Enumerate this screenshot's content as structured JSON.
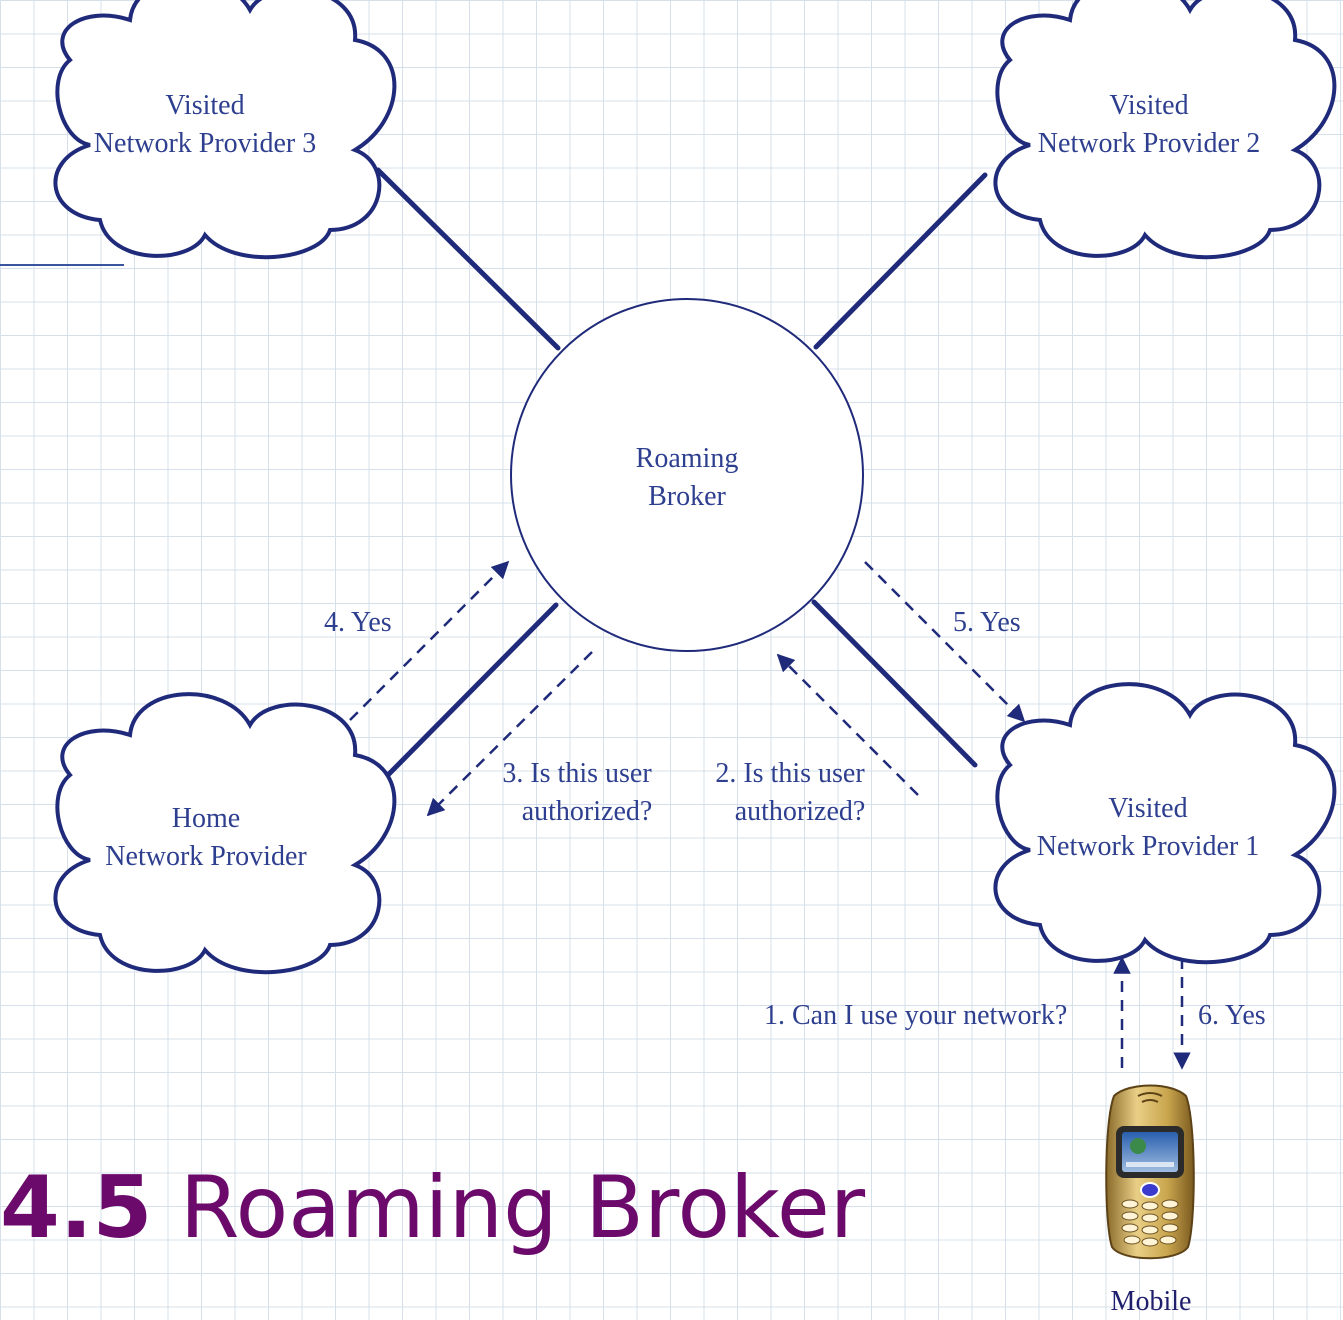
{
  "nodes": {
    "vnp3": {
      "line1": "Visited",
      "line2": "Network Provider  3"
    },
    "vnp2": {
      "line1": "Visited",
      "line2": "Network Provider  2"
    },
    "broker": {
      "line1": "Roaming",
      "line2": "Broker"
    },
    "home": {
      "line1": "Home",
      "line2": "Network Provider"
    },
    "vnp1": {
      "line1": "Visited",
      "line2": "Network Provider 1"
    },
    "mobile": {
      "label": "Mobile"
    }
  },
  "messages": {
    "m1": "1. Can I use your network?",
    "m2_line1": "2. Is this user",
    "m2_line2": "authorized?",
    "m3_line1": "3. Is this user",
    "m3_line2": "authorized?",
    "m4": "4. Yes",
    "m5": "5. Yes",
    "m6": "6. Yes"
  },
  "title": {
    "number": "4.5",
    "text": " Roaming Broker"
  },
  "colors": {
    "line": "#1f2a7a",
    "label": "#2e3f8f",
    "title": "#6b0a6b",
    "grid": "#d6e0ea"
  }
}
